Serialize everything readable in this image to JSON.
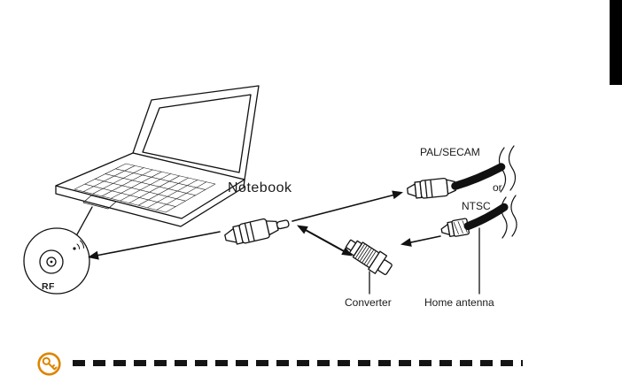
{
  "page": {
    "background_color": "#ffffff",
    "edge_tab_color": "#000000"
  },
  "diagram": {
    "labels": {
      "notebook": "Notebook",
      "pal_secam": "PAL/SECAM",
      "or": "or",
      "ntsc": "NTSC",
      "converter": "Converter",
      "home_antenna": "Home antenna",
      "rf": "RF"
    }
  },
  "note": {
    "icon": "key-icon",
    "icon_color": "#dd8500",
    "dash_color": "#141414"
  }
}
